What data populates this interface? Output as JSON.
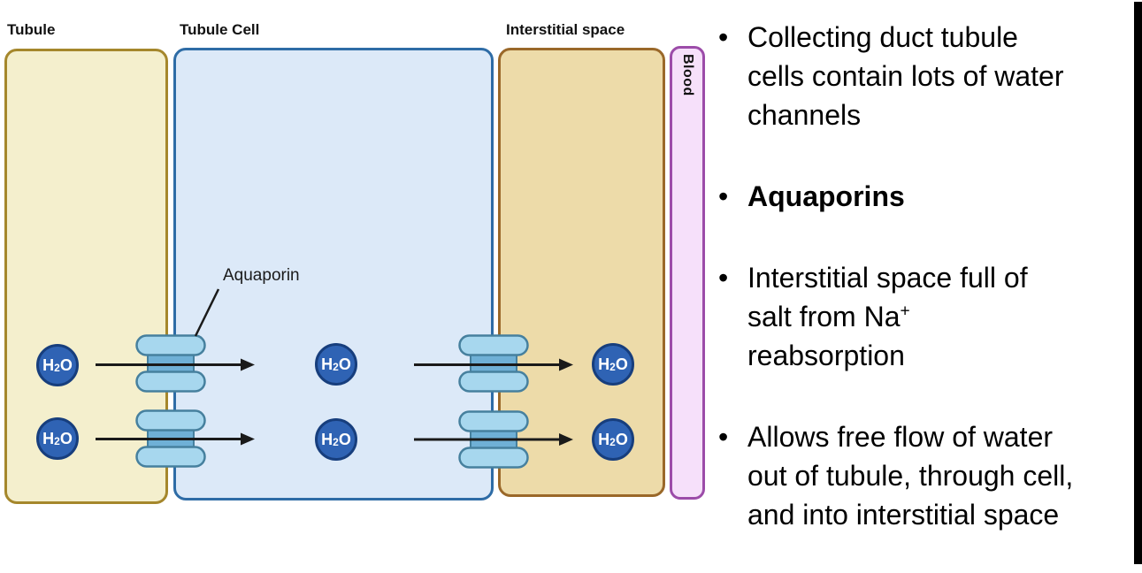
{
  "diagram": {
    "labels": {
      "tubule": "Tubule",
      "tubule_cell": "Tubule Cell",
      "interstitial": "Interstitial space",
      "blood": "Blood",
      "aquaporin": "Aquaporin"
    },
    "molecule": {
      "h": "H",
      "sub": "2",
      "o": "O"
    },
    "colors": {
      "tubule_fill": "#f4efcd",
      "tubule_border": "#a5872c",
      "cell_fill": "#dce9f8",
      "cell_border": "#2e6ca6",
      "interstitial_fill": "#eddba9",
      "interstitial_border": "#9a6829",
      "blood_fill": "#f6e0fa",
      "blood_border": "#9c4ca9",
      "h2o_fill": "#2f63b4",
      "h2o_border": "#173e7d",
      "channel_body": "#a7d7ee",
      "channel_band": "#6fb0d6",
      "channel_outline": "#46809e",
      "arrow": "#1a1a1a"
    }
  },
  "notes": {
    "bullet_char": "•",
    "bullets": [
      {
        "lines": [
          "Collecting duct tubule",
          "cells contain lots of water",
          "channels"
        ]
      },
      {
        "lines": [
          "Aquaporins"
        ]
      },
      {
        "line1": "Interstitial space full of",
        "line2_pre": "salt from Na",
        "line2_sup": "+",
        "line3": "reabsorption"
      },
      {
        "lines": [
          "Allows free flow of water",
          "out of tubule, through cell,",
          "and into interstitial space"
        ]
      }
    ]
  }
}
